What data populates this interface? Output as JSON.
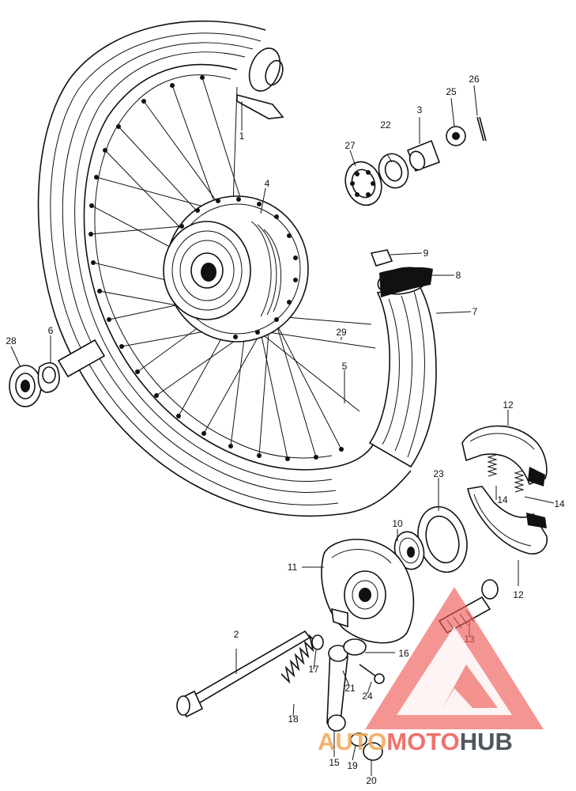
{
  "parts": {
    "p1": "1",
    "p2": "2",
    "p3": "3",
    "p4": "4",
    "p5": "5",
    "p6": "6",
    "p7": "7",
    "p8": "8",
    "p9": "9",
    "p10": "10",
    "p11": "11",
    "p12a": "12",
    "p12b": "12",
    "p13": "13",
    "p14a": "14",
    "p14b": "14",
    "p15": "15",
    "p16": "16",
    "p17": "17",
    "p18": "18",
    "p19": "19",
    "p20": "20",
    "p21": "21",
    "p22": "22",
    "p23": "23",
    "p24": "24",
    "p25": "25",
    "p26": "26",
    "p27": "27",
    "p28": "28",
    "p29": "29"
  },
  "watermark": {
    "part1": "AUTO",
    "part2": "MOTO",
    "part3": "HUB",
    "colors": {
      "orange": "#f2a654",
      "red": "#ee5a55",
      "gray": "#2f3a45"
    }
  }
}
